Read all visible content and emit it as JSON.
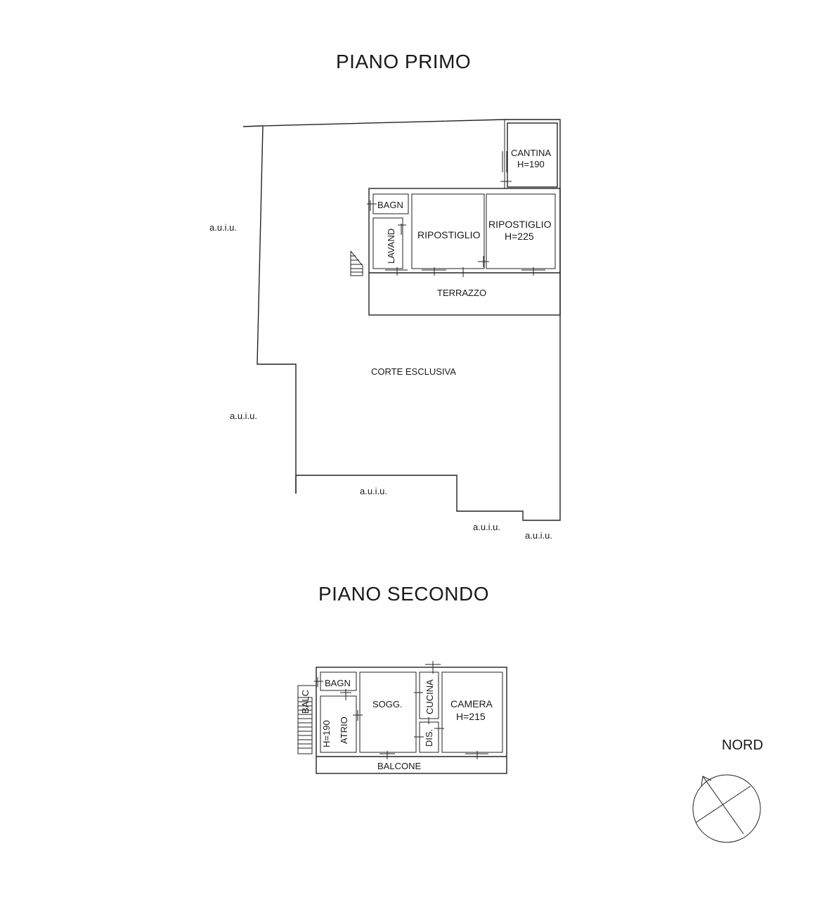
{
  "floors": {
    "first": {
      "title": "PIANO PRIMO",
      "rooms": {
        "cantina": "CANTINA",
        "cantina_height": "H=190",
        "bagno": "BAGN",
        "lavanderia": "LAVAND",
        "ripostiglio1": "RIPOSTIGLIO",
        "ripostiglio2": "RIPOSTIGLIO",
        "ripostiglio2_height": "H=225",
        "terrazzo": "TERRAZZO",
        "corte": "CORTE ESCLUSIVA"
      },
      "neighbors": [
        "a.u.i.u.",
        "a.u.i.u.",
        "a.u.i.u.",
        "a.u.i.u.",
        "a.u.i.u."
      ]
    },
    "second": {
      "title": "PIANO SECONDO",
      "rooms": {
        "bagno": "BAGN",
        "soggiorno": "SOGG.",
        "cucina": "CUCINA",
        "camera": "CAMERA",
        "camera_height": "H=215",
        "balc": "BALC",
        "atrio_height": "H=190",
        "atrio": "ATRIO",
        "disimpegno": "DIS.",
        "balcone": "BALCONE"
      }
    }
  },
  "compass": {
    "label": "NORD"
  }
}
